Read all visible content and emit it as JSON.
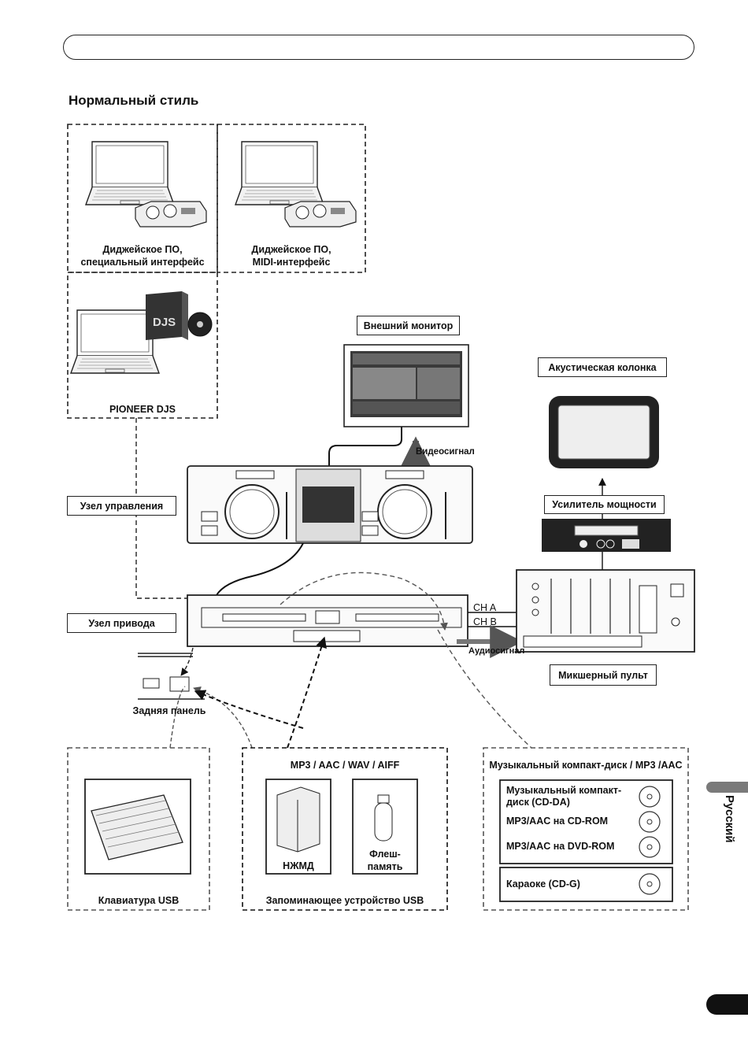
{
  "title": "Нормальный стиль",
  "labels": {
    "dj_interface": "Диджейское ПО,\nспециальный интерфейс",
    "dj_midi": "Диджейское ПО,\nMIDI-интерфейс",
    "pioneer_djs": "PIONEER DJS",
    "ext_monitor": "Внешний монитор",
    "speaker": "Акустическая колонка",
    "amp": "Усилитель мощности",
    "video_signal": "Видеосигнал",
    "control_unit": "Узел управления",
    "drive_unit": "Узел привода",
    "ch_a": "CH A",
    "ch_b": "CH B",
    "audio_signal": "Аудиосигнал",
    "mixer": "Микшерный пульт",
    "rear_panel": "Задняя панель",
    "usb_keyboard": "Клавиатура USB",
    "formats": "MP3 / AAC / WAV / AIFF",
    "hdd": "НЖМД",
    "flash": "Флеш-\nпамять",
    "usb_storage": "Запоминающее устройство USB",
    "music_cd_title": "Музыкальный компакт-диск / MP3 /AAC",
    "disc_cdda": "Музыкальный компакт-\nдиск (CD-DA)",
    "disc_cdrom": "MP3/AAC на CD-ROM",
    "disc_dvdrom": "MP3/AAC на DVD-ROM",
    "karaoke": "Караоке (CD-G)",
    "language": "Русский"
  }
}
